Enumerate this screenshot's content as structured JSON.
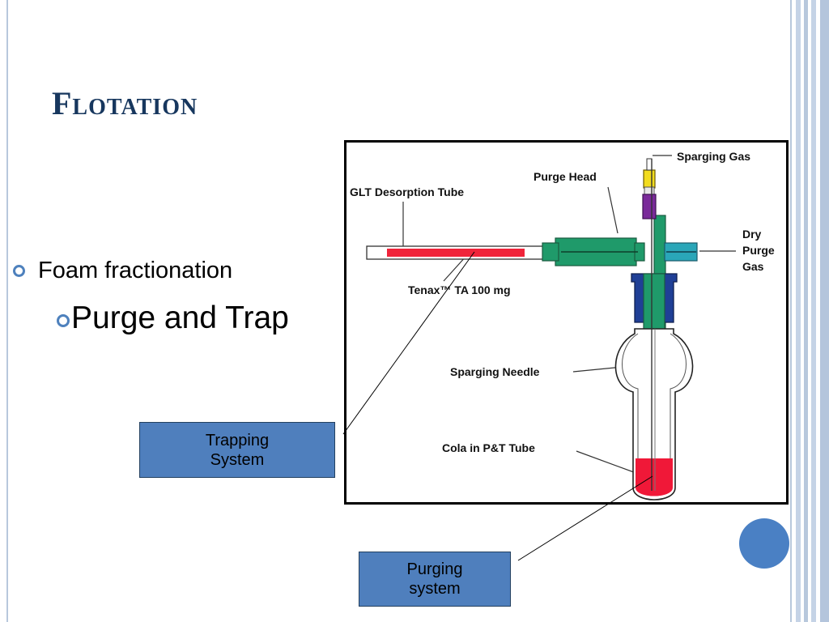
{
  "slide": {
    "title": "Flotation",
    "bullets": [
      {
        "text": "Foam fractionation",
        "level": 1
      },
      {
        "text": "Purge and Trap",
        "level": 2
      }
    ]
  },
  "diagram": {
    "labels": {
      "sparging_gas": "Sparging Gas",
      "purge_head": "Purge Head",
      "glt_tube": "GLT Desorption Tube",
      "dry_purge_1": "Dry",
      "dry_purge_2": "Purge",
      "dry_purge_3": "Gas",
      "tenax": "Tenax™ TA 100 mg",
      "sparging_needle": "Sparging Needle",
      "cola": "Cola in P&T Tube"
    },
    "colors": {
      "fitting_green": "#1f9a6a",
      "fitting_teal": "#2aa6b8",
      "cap_blue": "#1f3f96",
      "cap_purple": "#7a2a9a",
      "cap_yellow": "#f2dc1e",
      "sorbent_red": "#f0243a",
      "cola_red": "#f01838"
    }
  },
  "callouts": {
    "trapping": "Trapping\nSystem",
    "purging": "Purging\nsystem"
  },
  "theme": {
    "title_color": "#17375e",
    "bullet_color": "#4e81bd",
    "callout_fill": "#4f7fbd",
    "accent_dot": "#4a80c4"
  }
}
